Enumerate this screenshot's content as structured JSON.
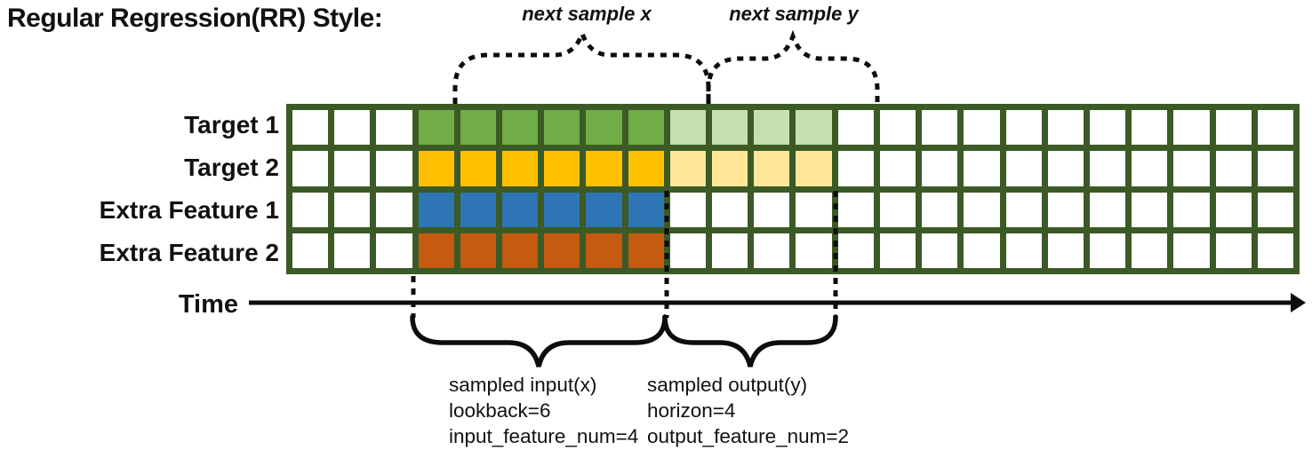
{
  "title": "Regular Regression(RR) Style:",
  "time_label": "Time",
  "annotations": {
    "next_sample_x": "next sample x",
    "next_sample_y": "next sample y",
    "input": {
      "lines": [
        "sampled input(x)",
        "lookback=6",
        "input_feature_num=4"
      ]
    },
    "output": {
      "lines": [
        "sampled output(y)",
        "horizon=4",
        "output_feature_num=2"
      ]
    }
  },
  "colors": {
    "border": "#3c5a26",
    "white": "#ffffff",
    "green": "#70ad47",
    "light_green": "#c6e0b4",
    "gold": "#ffc000",
    "light_gold": "#ffe699",
    "blue": "#2e75b6",
    "orange": "#c55a11",
    "line": "#0d0d0d"
  },
  "grid": {
    "columns": 24,
    "rows": [
      {
        "label": "Target 1",
        "runs": [
          {
            "color": "white",
            "count": 3
          },
          {
            "color": "green",
            "count": 6
          },
          {
            "color": "light_green",
            "count": 4
          },
          {
            "color": "white",
            "count": 11
          }
        ]
      },
      {
        "label": "Target 2",
        "runs": [
          {
            "color": "white",
            "count": 3
          },
          {
            "color": "gold",
            "count": 6
          },
          {
            "color": "light_gold",
            "count": 4
          },
          {
            "color": "white",
            "count": 11
          }
        ]
      },
      {
        "label": "Extra Feature 1",
        "runs": [
          {
            "color": "white",
            "count": 3
          },
          {
            "color": "blue",
            "count": 6
          },
          {
            "color": "white",
            "count": 15
          }
        ]
      },
      {
        "label": "Extra Feature 2",
        "runs": [
          {
            "color": "white",
            "count": 3
          },
          {
            "color": "orange",
            "count": 6
          },
          {
            "color": "white",
            "count": 15
          }
        ]
      }
    ]
  },
  "sample_params": {
    "lookback": 6,
    "horizon": 4,
    "input_feature_num": 4,
    "output_feature_num": 2
  }
}
